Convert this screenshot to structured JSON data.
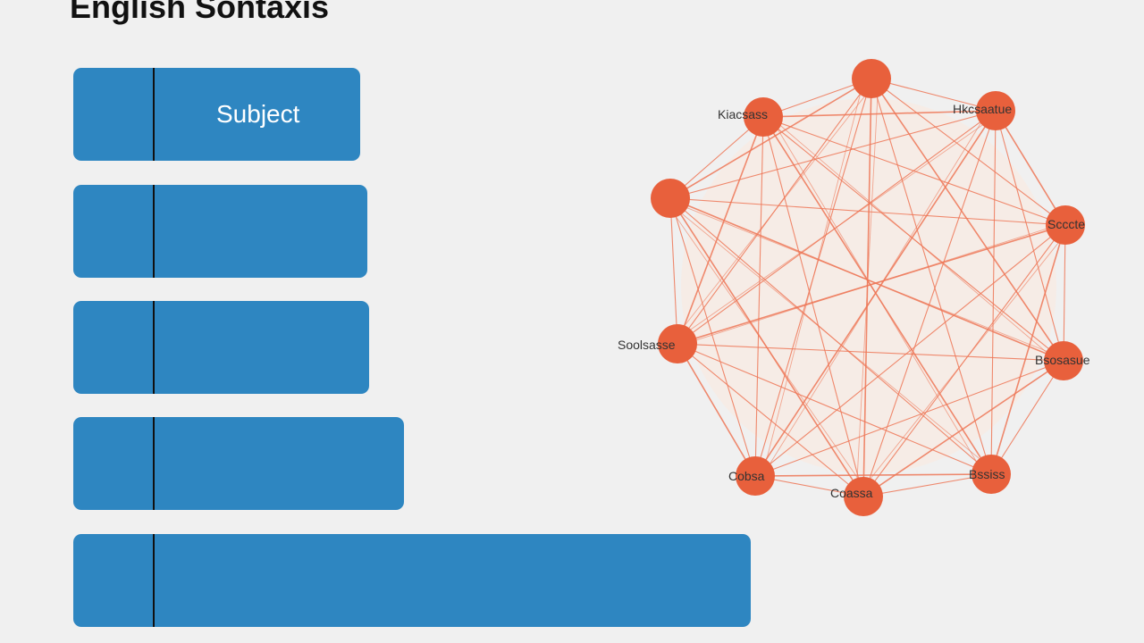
{
  "title": "English Sontaxis",
  "bars": [
    {
      "label": "Subject"
    },
    {
      "label": ""
    },
    {
      "label": ""
    },
    {
      "label": ""
    },
    {
      "label": ""
    }
  ],
  "network": {
    "node_color": "#e8603c",
    "edge_color": "#ee7757",
    "nodes": [
      {
        "label": ""
      },
      {
        "label": "Kiacsass"
      },
      {
        "label": "Hkcsaatue"
      },
      {
        "label": ""
      },
      {
        "label": "Scccte"
      },
      {
        "label": "Soolsasse"
      },
      {
        "label": "Bsosasue"
      },
      {
        "label": "Cobsa"
      },
      {
        "label": "Bssiss"
      },
      {
        "label": "Coassa"
      }
    ]
  }
}
